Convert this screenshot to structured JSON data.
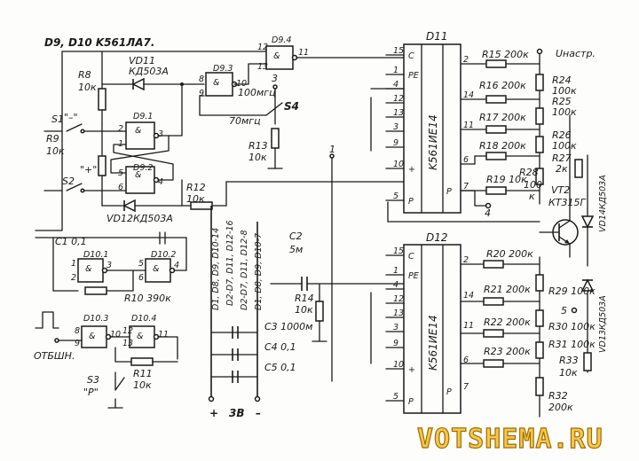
{
  "header": {
    "note": "D9, D10  K561ЛА7."
  },
  "chips": {
    "d11": {
      "ref": "D11",
      "part": "K561ИЕ14"
    },
    "d12": {
      "ref": "D12",
      "part": "K561ИЕ14"
    }
  },
  "counter_pins_left": [
    "15",
    "1",
    "4",
    "12",
    "13",
    "3",
    "9",
    "10",
    "5"
  ],
  "counter_pins_left_names": [
    "C",
    "PE",
    "",
    "",
    "",
    "",
    "",
    "+",
    "P"
  ],
  "counter_pins_right": [
    "2",
    "14",
    "11",
    "6",
    "7"
  ],
  "gates": [
    "D9.1",
    "D9.2",
    "D9.3",
    "D9.4",
    "D10.1",
    "D10.2",
    "D10.3",
    "D10.4"
  ],
  "labels": {
    "r8": "R8",
    "r8v": "10к",
    "r9": "R9",
    "r9v": "10к",
    "s1": "S1",
    "s1a": "\"–\"",
    "s2": "S2",
    "s2a": "\"+\"",
    "vd11": "VD11",
    "vd11v": "КД503А",
    "vd12": "VD12КД503А",
    "r12": "R12",
    "r12v": "10к",
    "s4": "S4",
    "f1": "100мгц",
    "f2": "70мгц",
    "n3": "3",
    "r13": "R13",
    "r13v": "10к",
    "n1": "1",
    "c1": "C1 0,1",
    "r10": "R10 390к",
    "d2d7": "D2-D7, D11, D12-16",
    "d1d8a": "D1, D8, D9, D10-14",
    "d1d8b": "D2-D7, D11, D12-8",
    "d1d8c": "D1, D8, D9, D10-7",
    "c2": "C2",
    "c2v": "5м",
    "r14": "R14",
    "r14v": "10к",
    "c3": "C3 1000м",
    "c4": "C4 0,1",
    "c5": "C5 0,1",
    "r11": "R11",
    "r11v": "10к",
    "s3": "S3",
    "s3a": "\"P\"",
    "otbsh": "ОТБШН.",
    "power": "3В",
    "plus": "+",
    "minus": "–",
    "uin": "Uнастр.",
    "r15": "R15 200к",
    "r16": "R16 200к",
    "r17": "R17 200к",
    "r18": "R18 200к",
    "r19": "R19 10к",
    "r24": "R24",
    "r24v": "100к",
    "r25": "R25",
    "r25v": "100к",
    "r26": "R26",
    "r26v": "100к",
    "r27": "R27",
    "r27v": "2к",
    "r28": "R28",
    "r28v": "100",
    "r28u": "к",
    "vt2": "VT2",
    "vt2v": "КТ315Г",
    "vd14": "VD14КД503А",
    "vd13": "VD13КД503А",
    "n4": "4",
    "n5": "5",
    "r20": "R20 200к",
    "r21": "R21 200к",
    "r22": "R22 200к",
    "r23": "R23 200к",
    "r29": "R29 100к",
    "r30": "R30 100к",
    "r31": "R31 100к",
    "r33": "R33",
    "r33v": "10к",
    "r32": "R32",
    "r32v": "200к"
  },
  "watermark": "VOTSHEMA.RU"
}
